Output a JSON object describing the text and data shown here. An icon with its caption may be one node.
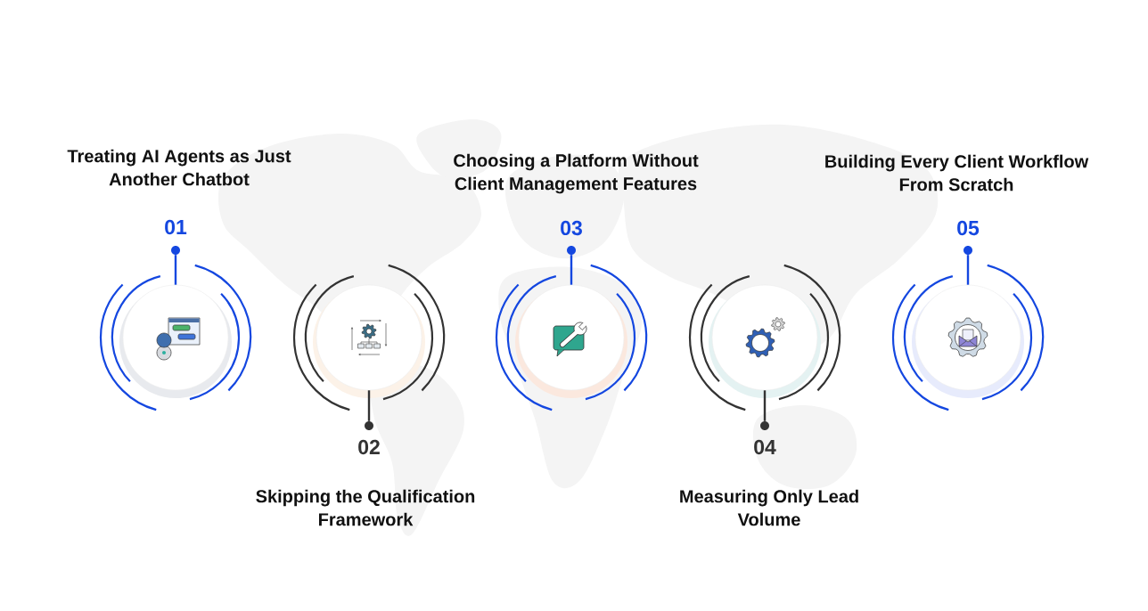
{
  "diagram": {
    "nodes": [
      {
        "text": [],
        "shape": "dot",
        "beside": [
          "01",
          "Treating AI Agents as Just Another Chatbot"
        ]
      },
      {
        "text": [],
        "shape": "circle"
      },
      {
        "text": [],
        "shape": "dot",
        "beside": [
          "02",
          "Skipping the Qualification Framework"
        ]
      },
      {
        "text": [],
        "shape": "circle"
      },
      {
        "text": [],
        "shape": "dot",
        "beside": [
          "03",
          "Choosing a Platform Without Client Management Features"
        ]
      },
      {
        "text": [],
        "shape": "circle"
      },
      {
        "text": [],
        "shape": "dot",
        "beside": [
          "04",
          "Measuring Only Lead Volume"
        ]
      },
      {
        "text": [],
        "shape": "circle"
      },
      {
        "text": [],
        "shape": "dot",
        "beside": [
          "05",
          "Building Every Client Workflow From Scratch"
        ]
      },
      {
        "text": [],
        "shape": "circle"
      }
    ],
    "edges": [
      {
        "from": 0,
        "to": 1,
        "arrow": "none"
      },
      {
        "from": 2,
        "to": 3,
        "arrow": "none",
        "color": "#333333"
      },
      {
        "from": 4,
        "to": 5,
        "arrow": "none"
      },
      {
        "from": 6,
        "to": 7,
        "arrow": "none",
        "color": "#333333"
      },
      {
        "from": 8,
        "to": 9,
        "arrow": "none"
      }
    ]
  }
}
